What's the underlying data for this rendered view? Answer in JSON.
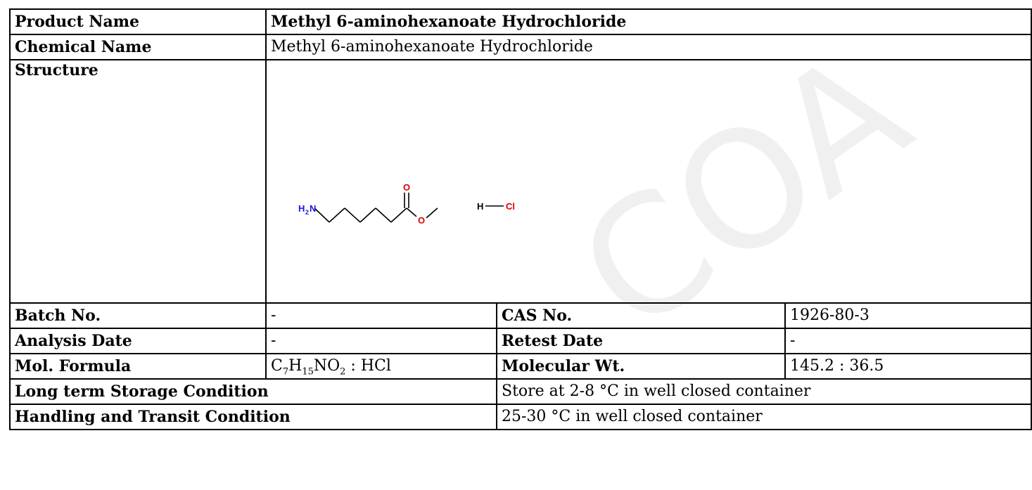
{
  "labels": {
    "product_name": "Product Name",
    "chemical_name": "Chemical Name",
    "structure": "Structure",
    "batch_no": "Batch No.",
    "cas_no": "CAS No.",
    "analysis_date": "Analysis Date",
    "retest_date": "Retest Date",
    "mol_formula": "Mol. Formula",
    "molecular_wt": "Molecular Wt.",
    "storage": "Long term Storage Condition",
    "handling": "Handling and Transit Condition"
  },
  "values": {
    "product_name": "Methyl 6-aminohexanoate Hydrochloride",
    "chemical_name": "Methyl 6-aminohexanoate Hydrochloride",
    "batch_no": "-",
    "cas_no": "1926-80-3",
    "analysis_date": "-",
    "retest_date": "-",
    "formula": {
      "c": "C",
      "c_count": "7",
      "h": "H",
      "h_count": "15",
      "no": "NO",
      "o_count": "2",
      "salt": " : HCl"
    },
    "molecular_wt": "145.2 : 36.5",
    "storage": "Store at 2-8 °C in well closed container",
    "handling": "25-30 °C in well closed container"
  },
  "structure": {
    "amine_h": "H",
    "amine_sub": "2",
    "amine_n": "N",
    "carbonyl_o": "O",
    "ester_o": "O",
    "hcl_h": "H",
    "hcl_cl": "Cl"
  },
  "watermark": "COA",
  "colors": {
    "nitrogen": "#1a1adc",
    "oxygen": "#e00000",
    "chlorine": "#e00000"
  }
}
